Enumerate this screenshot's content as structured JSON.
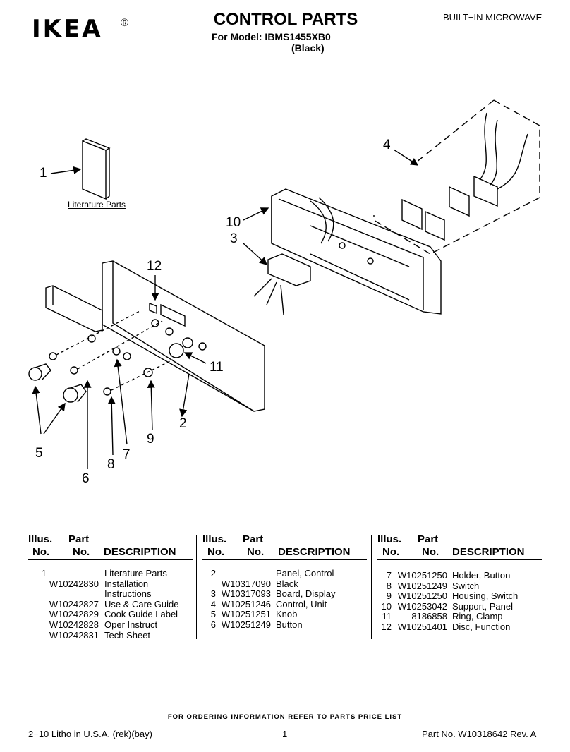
{
  "header": {
    "brand": "IKEA",
    "registered": "®",
    "title": "CONTROL PARTS",
    "model_line": "For Model: IBMS1455XB0",
    "color_line": "(Black)",
    "category": "BUILT−IN MICROWAVE"
  },
  "diagram": {
    "literature_label": "Literature Parts",
    "callouts": [
      "1",
      "2",
      "3",
      "4",
      "5",
      "6",
      "7",
      "8",
      "9",
      "10",
      "11",
      "12"
    ]
  },
  "table": {
    "columns": [
      {
        "h_illus_1": "Illus.",
        "h_illus_2": "No.",
        "h_part_1": "Part",
        "h_part_2": "No.",
        "h_desc": "DESCRIPTION"
      },
      {
        "h_illus_1": "Illus.",
        "h_illus_2": "No.",
        "h_part_1": "Part",
        "h_part_2": "No.",
        "h_desc": "DESCRIPTION"
      },
      {
        "h_illus_1": "Illus.",
        "h_illus_2": "No.",
        "h_part_1": "Part",
        "h_part_2": "No.",
        "h_desc": "DESCRIPTION"
      }
    ],
    "col1_rows": [
      {
        "illus": "1",
        "part": "",
        "desc": "Literature Parts"
      },
      {
        "illus": "",
        "part": "W10242830",
        "desc": "Installation"
      },
      {
        "illus": "",
        "part": "",
        "desc": "Instructions"
      },
      {
        "illus": "",
        "part": "W10242827",
        "desc": "Use & Care Guide"
      },
      {
        "illus": "",
        "part": "W10242829",
        "desc": "Cook Guide Label"
      },
      {
        "illus": "",
        "part": "W10242828",
        "desc": "Oper Instruct"
      },
      {
        "illus": "",
        "part": "W10242831",
        "desc": "Tech Sheet"
      }
    ],
    "col2_rows": [
      {
        "illus": "2",
        "part": "",
        "desc": "Panel, Control"
      },
      {
        "illus": "",
        "part": "W10317090",
        "desc": "Black"
      },
      {
        "illus": "3",
        "part": "W10317093",
        "desc": "Board, Display"
      },
      {
        "illus": "4",
        "part": "W10251246",
        "desc": "Control, Unit"
      },
      {
        "illus": "5",
        "part": "W10251251",
        "desc": "Knob"
      },
      {
        "illus": "6",
        "part": "W10251249",
        "desc": "Button"
      }
    ],
    "col3_rows": [
      {
        "illus": "7",
        "part": "W10251250",
        "desc": "Holder, Button"
      },
      {
        "illus": "8",
        "part": "W10251249",
        "desc": "Switch"
      },
      {
        "illus": "9",
        "part": "W10251250",
        "desc": "Housing, Switch"
      },
      {
        "illus": "10",
        "part": "W10253042",
        "desc": "Support, Panel"
      },
      {
        "illus": "11",
        "part": "8186858",
        "desc": "Ring, Clamp"
      },
      {
        "illus": "12",
        "part": "W10251401",
        "desc": "Disc, Function"
      }
    ]
  },
  "footer": {
    "ordering": "FOR ORDERING INFORMATION REFER TO PARTS PRICE LIST",
    "litho": "2−10 Litho in U.S.A. (rek)(bay)",
    "page": "1",
    "part_no": "Part No. W10318642 Rev. A"
  }
}
